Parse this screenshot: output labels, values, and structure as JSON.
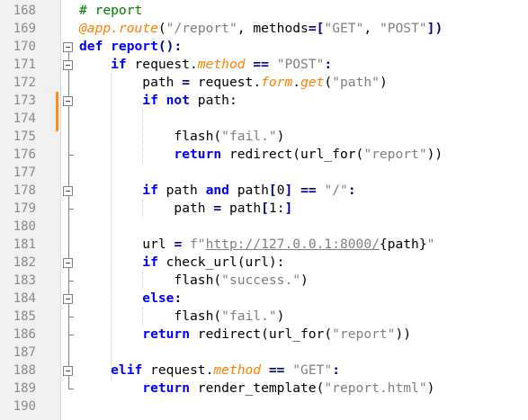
{
  "colors": {
    "keyword": "#0000ff",
    "string": "#7f7f7f",
    "comment": "#008000",
    "attribute": "#ff7f00",
    "change_marker": "#ff8c1a"
  },
  "lines": [
    {
      "num": "168",
      "segments": [
        {
          "t": "# report",
          "c": "cmt"
        }
      ]
    },
    {
      "num": "169",
      "segments": [
        {
          "t": "@app.",
          "c": "orange"
        },
        {
          "t": "route",
          "c": "orange"
        },
        {
          "t": "(",
          "c": ""
        },
        {
          "t": "\"/report\"",
          "c": "str"
        },
        {
          "t": ", methods",
          "c": ""
        },
        {
          "t": "=",
          "c": "op"
        },
        {
          "t": "[",
          "c": "op"
        },
        {
          "t": "\"GET\"",
          "c": "str"
        },
        {
          "t": ", ",
          "c": ""
        },
        {
          "t": "\"POST\"",
          "c": "str"
        },
        {
          "t": "])",
          "c": "op"
        }
      ]
    },
    {
      "num": "170",
      "segments": [
        {
          "t": "def",
          "c": "kw"
        },
        {
          "t": " report",
          "c": "kw"
        },
        {
          "t": "():",
          "c": "op"
        }
      ]
    },
    {
      "num": "171",
      "segments": [
        {
          "t": "    if",
          "c": "kw"
        },
        {
          "t": " request.",
          "c": ""
        },
        {
          "t": "method",
          "c": "orange"
        },
        {
          "t": " ",
          "c": ""
        },
        {
          "t": "==",
          "c": "op"
        },
        {
          "t": " ",
          "c": ""
        },
        {
          "t": "\"POST\"",
          "c": "str"
        },
        {
          "t": ":",
          "c": "op"
        }
      ]
    },
    {
      "num": "172",
      "segments": [
        {
          "t": "        path ",
          "c": ""
        },
        {
          "t": "=",
          "c": "op"
        },
        {
          "t": " request.",
          "c": ""
        },
        {
          "t": "form",
          "c": "orange"
        },
        {
          "t": ".",
          "c": ""
        },
        {
          "t": "get",
          "c": "orange"
        },
        {
          "t": "(",
          "c": ""
        },
        {
          "t": "\"path\"",
          "c": "str"
        },
        {
          "t": ")",
          "c": ""
        }
      ]
    },
    {
      "num": "173",
      "segments": [
        {
          "t": "        if not",
          "c": "kw"
        },
        {
          "t": " path:",
          "c": ""
        }
      ]
    },
    {
      "num": "174",
      "segments": []
    },
    {
      "num": "175",
      "segments": [
        {
          "t": "            flash(",
          "c": ""
        },
        {
          "t": "\"fail.\"",
          "c": "str"
        },
        {
          "t": ")",
          "c": ""
        }
      ]
    },
    {
      "num": "176",
      "segments": [
        {
          "t": "            return",
          "c": "kw"
        },
        {
          "t": " redirect(url_for(",
          "c": ""
        },
        {
          "t": "\"report\"",
          "c": "str"
        },
        {
          "t": "))",
          "c": ""
        }
      ]
    },
    {
      "num": "177",
      "segments": []
    },
    {
      "num": "178",
      "segments": [
        {
          "t": "        if",
          "c": "kw"
        },
        {
          "t": " path ",
          "c": ""
        },
        {
          "t": "and",
          "c": "kw"
        },
        {
          "t": " path",
          "c": ""
        },
        {
          "t": "[",
          "c": "op"
        },
        {
          "t": "0",
          "c": ""
        },
        {
          "t": "]",
          "c": "op"
        },
        {
          "t": " ",
          "c": ""
        },
        {
          "t": "==",
          "c": "op"
        },
        {
          "t": " ",
          "c": ""
        },
        {
          "t": "\"/\"",
          "c": "str"
        },
        {
          "t": ":",
          "c": "op"
        }
      ]
    },
    {
      "num": "179",
      "segments": [
        {
          "t": "            path ",
          "c": ""
        },
        {
          "t": "=",
          "c": "op"
        },
        {
          "t": " path",
          "c": ""
        },
        {
          "t": "[",
          "c": "op"
        },
        {
          "t": "1:",
          "c": ""
        },
        {
          "t": "]",
          "c": "op"
        }
      ]
    },
    {
      "num": "180",
      "segments": []
    },
    {
      "num": "181",
      "segments": [
        {
          "t": "        url ",
          "c": ""
        },
        {
          "t": "=",
          "c": "op"
        },
        {
          "t": " f\"",
          "c": "str"
        },
        {
          "t": "http://127.0.0.1:8000/",
          "c": "lnk"
        },
        {
          "t": "{path}",
          "c": ""
        },
        {
          "t": "\"",
          "c": "str"
        }
      ]
    },
    {
      "num": "182",
      "segments": [
        {
          "t": "        if",
          "c": "kw"
        },
        {
          "t": " check_url(url):",
          "c": ""
        }
      ]
    },
    {
      "num": "183",
      "segments": [
        {
          "t": "            flash(",
          "c": ""
        },
        {
          "t": "\"success.\"",
          "c": "str"
        },
        {
          "t": ")",
          "c": ""
        }
      ]
    },
    {
      "num": "184",
      "segments": [
        {
          "t": "        else",
          "c": "kw"
        },
        {
          "t": ":",
          "c": "op"
        }
      ]
    },
    {
      "num": "185",
      "segments": [
        {
          "t": "            flash(",
          "c": ""
        },
        {
          "t": "\"fail.\"",
          "c": "str"
        },
        {
          "t": ")",
          "c": ""
        }
      ]
    },
    {
      "num": "186",
      "segments": [
        {
          "t": "        return",
          "c": "kw"
        },
        {
          "t": " redirect(url_for(",
          "c": ""
        },
        {
          "t": "\"report\"",
          "c": "str"
        },
        {
          "t": "))",
          "c": ""
        }
      ]
    },
    {
      "num": "187",
      "segments": []
    },
    {
      "num": "188",
      "segments": [
        {
          "t": "    elif",
          "c": "kw"
        },
        {
          "t": " request.",
          "c": ""
        },
        {
          "t": "method",
          "c": "orange"
        },
        {
          "t": " ",
          "c": ""
        },
        {
          "t": "==",
          "c": "op"
        },
        {
          "t": " ",
          "c": ""
        },
        {
          "t": "\"GET\"",
          "c": "str"
        },
        {
          "t": ":",
          "c": "op"
        }
      ]
    },
    {
      "num": "189",
      "segments": [
        {
          "t": "        return",
          "c": "kw"
        },
        {
          "t": " render_template(",
          "c": ""
        },
        {
          "t": "\"report.html\"",
          "c": "str"
        },
        {
          "t": ")",
          "c": ""
        }
      ]
    },
    {
      "num": "190",
      "segments": []
    }
  ]
}
